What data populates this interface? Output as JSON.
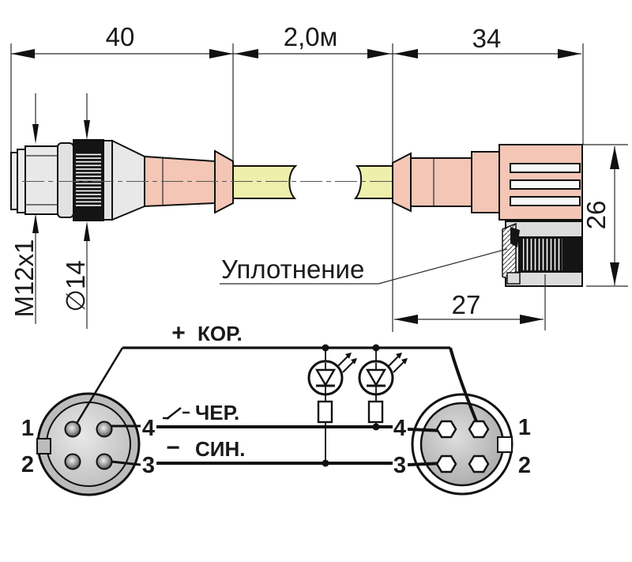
{
  "drawing": {
    "type": "M12 sensor cable connector technical drawing",
    "dimensions": {
      "left_connector_length": "40",
      "cable_length": "2,0м",
      "right_connector_length": "34",
      "right_connector_width": "27",
      "right_connector_height": "26",
      "thread": "M12x1",
      "nut_diameter": "∅14"
    },
    "callouts": {
      "seal": "Уплотнение"
    },
    "wires": [
      {
        "sign": "+",
        "label": "КОР."
      },
      {
        "sign": "",
        "symbol": "switch-contact-icon",
        "label": "ЧЕР."
      },
      {
        "sign": "−",
        "label": "СИН."
      }
    ],
    "left_face": {
      "pins": [
        "1",
        "2",
        "4",
        "3"
      ]
    },
    "right_face": {
      "pins": [
        "4",
        "3",
        "1",
        "2"
      ]
    },
    "colors": {
      "body_pink": "#f3c6b5",
      "cable_yellow": "#efefac",
      "metal_gray": "#e8e8e8",
      "knurl_black": "#141414",
      "line": "#1a1a1a",
      "face_ring_gray": "#bcbcbc"
    }
  }
}
